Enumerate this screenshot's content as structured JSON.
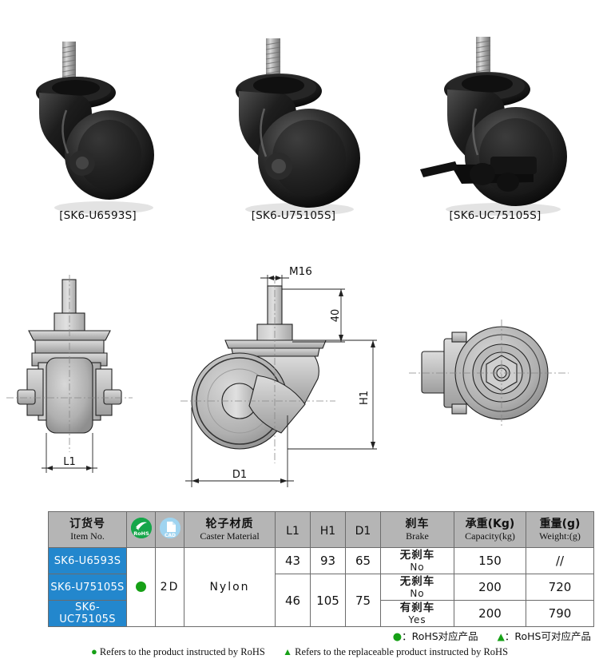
{
  "products": [
    {
      "label": "[SK6-U6593S]",
      "type": "swivel-caster",
      "brake": false
    },
    {
      "label": "[SK6-U75105S]",
      "type": "swivel-caster",
      "brake": false
    },
    {
      "label": "[SK6-UC75105S]",
      "type": "swivel-caster-brake",
      "brake": true
    }
  ],
  "drawings": {
    "front_view": {
      "dim_l1": "L1"
    },
    "side_view": {
      "thread": "M16",
      "dim_h1": "H1",
      "dim_d1": "D1",
      "dim_40": "40"
    },
    "top_view": {
      "note": ""
    }
  },
  "table": {
    "headers": [
      {
        "cn": "订货号",
        "en": "Item No.",
        "key": "item_no"
      },
      {
        "cn": "",
        "en": "",
        "key": "rohs",
        "icon": "rohs-badge-icon"
      },
      {
        "cn": "",
        "en": "",
        "key": "cad",
        "icon": "cad-badge-icon"
      },
      {
        "cn": "轮子材质",
        "en": "Caster Material",
        "key": "material"
      },
      {
        "cn": "",
        "en": "L1",
        "key": "l1"
      },
      {
        "cn": "",
        "en": "H1",
        "key": "h1"
      },
      {
        "cn": "",
        "en": "D1",
        "key": "d1"
      },
      {
        "cn": "刹车",
        "en": "Brake",
        "key": "brake"
      },
      {
        "cn": "承重(Kg)",
        "en": "Capacity(kg)",
        "key": "capacity"
      },
      {
        "cn": "重量(g)",
        "en": "Weight:(g)",
        "key": "weight"
      }
    ],
    "header_labels": {
      "item_cn": "订货号",
      "item_en": "Item No.",
      "material_cn": "轮子材质",
      "material_en": "Caster Material",
      "l1": "L1",
      "h1": "H1",
      "d1": "D1",
      "brake_cn": "刹车",
      "brake_en": "Brake",
      "capacity_cn": "承重(Kg)",
      "capacity_en": "Capacity(kg)",
      "weight_cn": "重量(g)",
      "weight_en": "Weight:(g)"
    },
    "rows": [
      {
        "item_no": "SK6-U6593S",
        "l1": "43",
        "h1": "93",
        "d1": "65",
        "brake_cn": "无刹车",
        "brake_en": "No",
        "capacity": "150",
        "weight": "//"
      },
      {
        "item_no": "SK6-U75105S",
        "l1": "46",
        "h1": "105",
        "d1": "75",
        "brake_cn": "无刹车",
        "brake_en": "No",
        "capacity": "200",
        "weight": "720"
      },
      {
        "item_no": "SK6-UC75105S",
        "l1": "46",
        "h1": "105",
        "d1": "75",
        "brake_cn": "有刹车",
        "brake_en": "Yes",
        "capacity": "200",
        "weight": "790"
      }
    ],
    "merged": {
      "cad_value": "2D",
      "material_value": "Nylon",
      "rohs_marker": "●"
    }
  },
  "legend": {
    "cn_dot": "：RoHS对应产品",
    "cn_tri": "：RoHS可对应产品",
    "en_dot": "Refers to the product instructed by RoHS",
    "en_tri": "Refers to the replaceable product instructed by RoHS",
    "dot_glyph": "●",
    "tri_glyph": "▲",
    "accent_color": "#16a016"
  },
  "colors": {
    "header_gray": "#b5b5b5",
    "item_blue": "#2387cd",
    "rohs_green": "#16a64a",
    "cad_blue": "#9fd4f0",
    "border": "#6c6c6c"
  }
}
